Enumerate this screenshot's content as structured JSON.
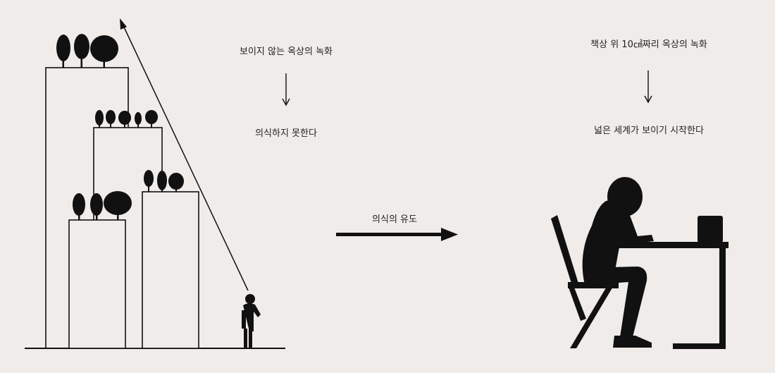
{
  "left_caption": {
    "line1": "보이지 않는 옥상의 녹화",
    "line2": "의식하지 못한다"
  },
  "middle_caption": {
    "label": "의식의 유도"
  },
  "right_caption": {
    "line1": "책상 위 10㎠짜리 옥상의 녹화",
    "line2": "넓은 세계가 보이기 시작한다"
  },
  "colors": {
    "background": "#efecea",
    "ink": "#111111"
  }
}
